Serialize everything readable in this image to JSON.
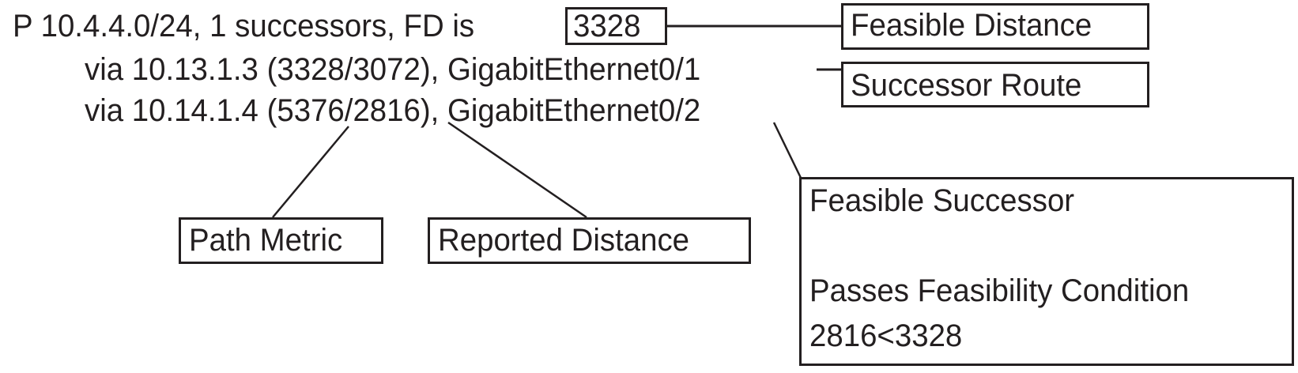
{
  "route_entry": {
    "line1_prefix": "P 10.4.4.0/24, 1 successors, FD is",
    "fd_value": "3328",
    "line2": "via 10.13.1.3 (3328/3072), GigabitEthernet0/1",
    "line3": "via 10.14.1.4 (5376/2816), GigabitEthernet0/2"
  },
  "callouts": {
    "feasible_distance": "Feasible Distance",
    "successor_route": "Successor Route",
    "path_metric": "Path Metric",
    "reported_distance": "Reported Distance",
    "feasible_successor": {
      "title": "Feasible Successor",
      "condition": "Passes Feasibility Condition",
      "comparison": "2816<3328"
    }
  },
  "colors": {
    "ink": "#231f20",
    "background": "#ffffff"
  }
}
